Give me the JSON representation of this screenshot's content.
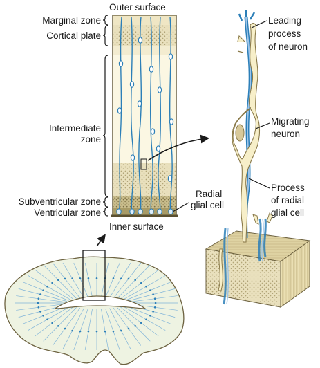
{
  "labels": {
    "outer_surface": "Outer surface",
    "inner_surface": "Inner surface",
    "marginal_zone": "Marginal zone",
    "cortical_plate": "Cortical plate",
    "intermediate_zone_1": "Intermediate",
    "intermediate_zone_2": "zone",
    "subventricular_zone": "Subventricular zone",
    "ventricular_zone": "Ventricular zone",
    "radial_glial_cell_1": "Radial",
    "radial_glial_cell_2": "glial cell",
    "leading_process_1": "Leading",
    "leading_process_2": "process",
    "leading_process_3": "of neuron",
    "migrating_neuron_1": "Migrating",
    "migrating_neuron_2": "neuron",
    "process_radial_1": "Process",
    "process_radial_2": "of radial",
    "process_radial_3": "glial cell"
  },
  "colors": {
    "fiber": "#2c7fb8",
    "fiber_light": "#9fc5e8",
    "neuron_fill": "#f7efc9",
    "neuron_stroke": "#8a7a4a",
    "column_bg": "#fbf7e3",
    "cortical_band": "#c9bf93",
    "dense_band": "#b9ad78",
    "outline": "#5a5030"
  }
}
